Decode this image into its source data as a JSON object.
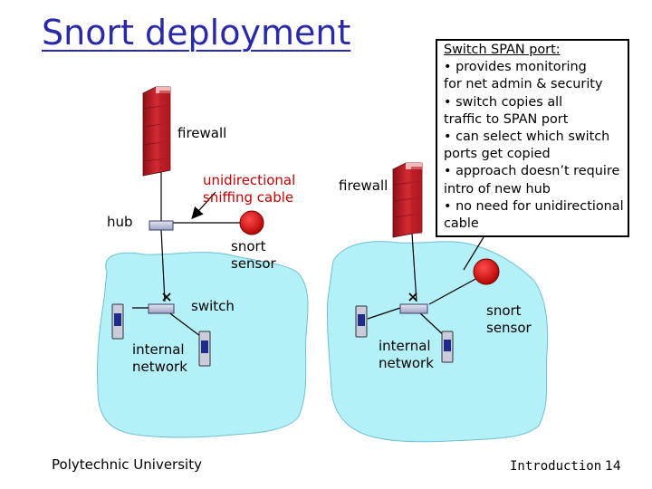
{
  "title": "Snort deployment",
  "left": {
    "firewall_label": "firewall",
    "cable_label_line1": "unidirectional",
    "cable_label_line2": "sniffing cable",
    "hub_label": "hub",
    "sensor_label_line1": "snort",
    "sensor_label_line2": "sensor",
    "switch_label": "switch",
    "network_label_line1": "internal",
    "network_label_line2": "network"
  },
  "right": {
    "firewall_label": "firewall",
    "network_label_line1": "internal",
    "network_label_line2": "network",
    "sensor_label_line1": "snort",
    "sensor_label_line2": "sensor"
  },
  "callout": {
    "heading": "Switch SPAN port:",
    "lines": [
      "• provides monitoring",
      "for net admin & security",
      "• switch copies all",
      "traffic to SPAN port",
      "• can select which switch",
      "ports get copied",
      "• approach doesn’t require",
      "intro of new hub",
      "• no need for unidirectional",
      "cable"
    ]
  },
  "footer": {
    "institution": "Polytechnic University",
    "section": "Introduction",
    "page_number": "14"
  },
  "colors": {
    "title": "#2a2aa8",
    "cloud": "#b3f0f7",
    "firewall": "#c41e2a",
    "sensor": "#e01515",
    "label_red": "#c00000"
  }
}
